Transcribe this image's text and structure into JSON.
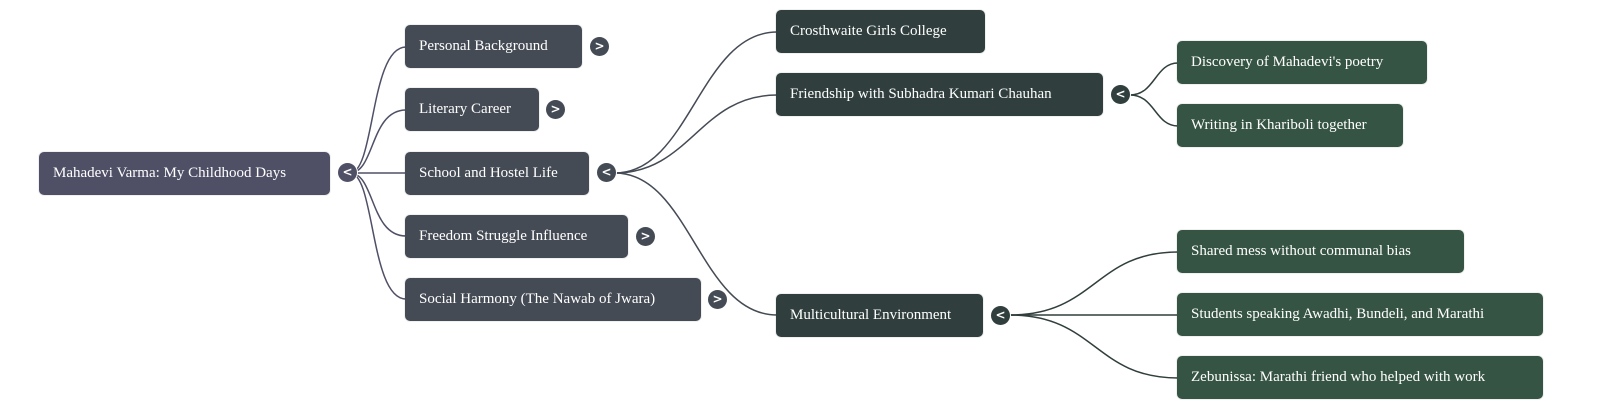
{
  "mindmap": {
    "root": {
      "label": "Mahadevi Varma: My Childhood Days",
      "toggle_icon": "collapse-chevron-left",
      "toggle_glyph": "<"
    },
    "branches": [
      {
        "label": "Personal Background",
        "toggle_glyph": ">",
        "state": "collapsed"
      },
      {
        "label": "Literary Career",
        "toggle_glyph": ">",
        "state": "collapsed"
      },
      {
        "label": "School and Hostel Life",
        "toggle_glyph": "<",
        "state": "expanded",
        "children": [
          {
            "label": "Crosthwaite Girls College"
          },
          {
            "label": "Friendship with Subhadra Kumari Chauhan",
            "toggle_glyph": "<",
            "state": "expanded",
            "children": [
              {
                "label": "Discovery of Mahadevi's poetry"
              },
              {
                "label": "Writing in Khariboli together"
              }
            ]
          },
          {
            "label": "Multicultural Environment",
            "toggle_glyph": "<",
            "state": "expanded",
            "children": [
              {
                "label": "Shared mess without communal bias"
              },
              {
                "label": "Students speaking Awadhi, Bundeli, and Marathi"
              },
              {
                "label": "Zebunissa: Marathi friend who helped with work"
              }
            ]
          }
        ]
      },
      {
        "label": "Freedom Struggle Influence",
        "toggle_glyph": ">",
        "state": "collapsed"
      },
      {
        "label": "Social Harmony (The Nawab of Jwara)",
        "toggle_glyph": ">",
        "state": "collapsed"
      }
    ]
  },
  "colors": {
    "level0": "#4f5066",
    "level1": "#454b55",
    "level2": "#303f3d",
    "level3": "#355443",
    "link_level0": "#4f5066",
    "link_level1": "#454b55",
    "link_level2": "#303f3d"
  }
}
